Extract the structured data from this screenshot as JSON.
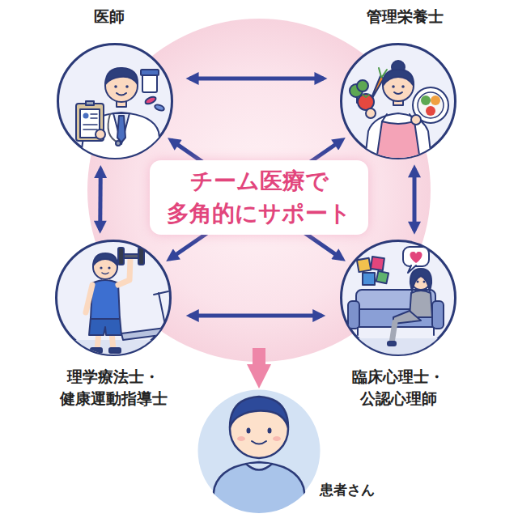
{
  "diagram": {
    "nodes": [
      {
        "text": [
          "医師"
        ]
      },
      {
        "text": [
          "管理栄養士"
        ]
      },
      {
        "text": [
          "チーム医療で 多角的にサポート"
        ]
      },
      {
        "text": [
          "理学療法士・ 健康運動指導士"
        ]
      },
      {
        "text": [
          "臨床心理士・ 公認心理師"
        ]
      },
      {
        "text": [
          "患者さん"
        ]
      }
    ],
    "edges": [
      {
        "from": 0,
        "to": 1,
        "arrow": "both"
      },
      {
        "from": 0,
        "to": 3,
        "arrow": "both"
      },
      {
        "from": 1,
        "to": 4,
        "arrow": "both"
      },
      {
        "from": 3,
        "to": 4,
        "arrow": "both"
      },
      {
        "from": 0,
        "to": 4,
        "arrow": "both"
      },
      {
        "from": 1,
        "to": 3,
        "arrow": "both"
      },
      {
        "from": 2,
        "to": 5,
        "arrow": "to"
      }
    ]
  }
}
